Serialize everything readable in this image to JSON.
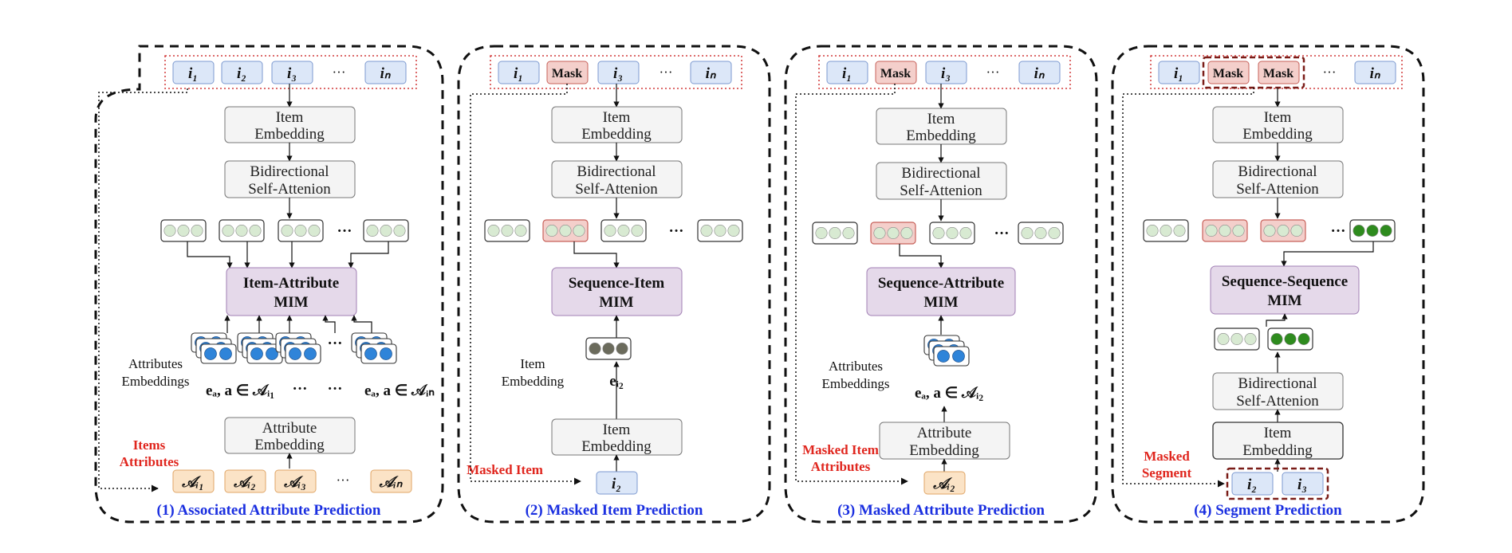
{
  "panels": [
    {
      "caption": "(1) Associated Attribute Prediction",
      "tokens": [
        "i₁",
        "i₂",
        "i₃",
        "···",
        "iₙ"
      ],
      "item_embedding": [
        "Item",
        "Embedding"
      ],
      "self_attention": [
        "Bidirectional",
        "Self-Attenion"
      ],
      "mim": [
        "Item-Attribute",
        "MIM"
      ],
      "attr_label": [
        "Attributes",
        "Embeddings"
      ],
      "attr_expr_left": "eₐ, a ∈ 𝒜ᵢ₁",
      "attr_expr_dots1": "···",
      "attr_expr_dots2": "···",
      "attr_expr_right": "eₐ, a ∈ 𝒜ᵢₙ",
      "attribute_embedding": [
        "Attribute",
        "Embedding"
      ],
      "red_label": [
        "Items",
        "Attributes"
      ],
      "attr_tokens": [
        "𝒜ᵢ₁",
        "𝒜ᵢ₂",
        "𝒜ᵢ₃",
        "···",
        "𝒜ᵢₙ"
      ],
      "dots": "···"
    },
    {
      "caption": "(2) Masked Item Prediction",
      "tokens": [
        "i₁",
        "Mask",
        "i₃",
        "···",
        "iₙ"
      ],
      "item_embedding": [
        "Item",
        "Embedding"
      ],
      "self_attention": [
        "Bidirectional",
        "Self-Attenion"
      ],
      "mim": [
        "Sequence-Item",
        "MIM"
      ],
      "side_label": [
        "Item",
        "Embedding"
      ],
      "expr": "eᵢ₂",
      "item_embedding2": [
        "Item",
        "Embedding"
      ],
      "red_label": [
        "Masked Item"
      ],
      "bottom_token": "i₂",
      "dots": "···"
    },
    {
      "caption": "(3) Masked Attribute Prediction",
      "tokens": [
        "i₁",
        "Mask",
        "i₃",
        "···",
        "iₙ"
      ],
      "item_embedding": [
        "Item",
        "Embedding"
      ],
      "self_attention": [
        "Bidirectional",
        "Self-Attenion"
      ],
      "mim": [
        "Sequence-Attribute",
        "MIM"
      ],
      "attr_label": [
        "Attributes",
        "Embeddings"
      ],
      "expr": "eₐ, a ∈ 𝒜ᵢ₂",
      "attribute_embedding": [
        "Attribute",
        "Embedding"
      ],
      "red_label": [
        "Masked Item",
        "Attributes"
      ],
      "bottom_token": "𝒜ᵢ₂",
      "dots": "···"
    },
    {
      "caption": "(4) Segment Prediction",
      "tokens": [
        "i₁",
        "Mask",
        "Mask",
        "···",
        "iₙ"
      ],
      "item_embedding": [
        "Item",
        "Embedding"
      ],
      "self_attention": [
        "Bidirectional",
        "Self-Attenion"
      ],
      "mim": [
        "Sequence-Sequence",
        "MIM"
      ],
      "self_attention2": [
        "Bidirectional",
        "Self-Attenion"
      ],
      "item_embedding2": [
        "Item",
        "Embedding"
      ],
      "red_label": [
        "Masked",
        "Segment"
      ],
      "bottom_tokens": [
        "i₂",
        "i₃"
      ],
      "dots": "···"
    }
  ],
  "colors": {
    "token_fill": "#dce7f8",
    "token_stroke": "#7d9ad0",
    "mask_fill": "#f4cfcb",
    "mask_stroke": "#c7615a",
    "attr_fill": "#fbe3c6",
    "attr_stroke": "#e0a566",
    "mim_fill": "#e5d9ea",
    "mim_stroke": "#a17fb4",
    "box_fill": "#f4f4f4",
    "box_stroke": "#777777",
    "light_circle": "#d8ead2",
    "dark_circle": "#6b6b5c",
    "green_circle": "#2e8b1e",
    "blue_circle": "#2f84d9",
    "caption": "#1a2fe0",
    "red_label": "#e0261e"
  }
}
